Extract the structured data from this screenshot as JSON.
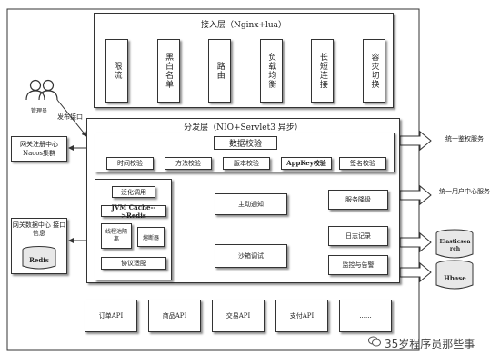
{
  "access_layer": {
    "title": "接入层（Nginx+lua）",
    "items": [
      "限流",
      "黑白名单",
      "路由",
      "负载均衡",
      "长短连接",
      "容灾切换"
    ]
  },
  "actors": {
    "admin_label": "管理员",
    "publish_label": "发布接口"
  },
  "dispatch_layer": {
    "title": "分发层（NIO+Servlet3 异步）",
    "data_validation": {
      "title": "数据校验",
      "items": [
        "时间校验",
        "方法校验",
        "版本校验",
        "AppKey校验",
        "签名校验"
      ]
    },
    "route_group": {
      "items": [
        "泛化调用",
        "JVM Cache-->Redis",
        "线程池隔离",
        "熔断器",
        "协议适配"
      ]
    },
    "middle": {
      "notify": "主动通知",
      "sandbox": "沙箱调试"
    },
    "right": {
      "degrade": "服务降级",
      "log": "日志记录",
      "monitor": "监控与告警"
    }
  },
  "left_side": {
    "registry": "网关注册中心 Nacos集群",
    "datacenter": "网关数据中心 接口信息",
    "redis": "Redis"
  },
  "right_side": {
    "auth": "统一鉴权服务",
    "user_center": "统一用户中心服务",
    "es": "Elasticsearch",
    "hbase": "Hbase"
  },
  "apis": [
    "订单API",
    "商品API",
    "交易API",
    "支付API",
    "......"
  ],
  "watermark": "35岁程序员那些事"
}
